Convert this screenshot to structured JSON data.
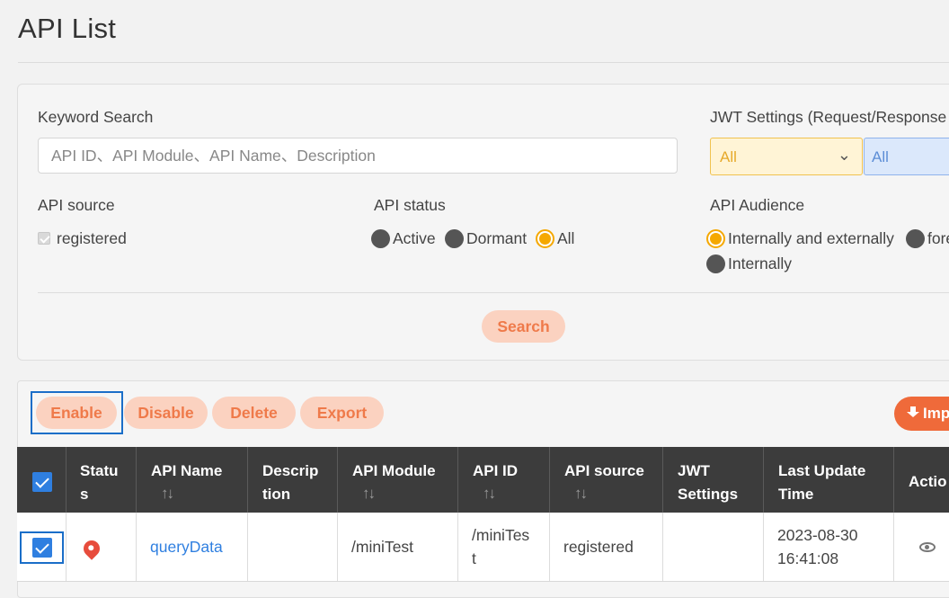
{
  "page": {
    "title": "API List"
  },
  "search": {
    "keyword_label": "Keyword Search",
    "keyword_placeholder": "API ID、API Module、API Name、Description",
    "jwt_label": "JWT Settings (Request/Response",
    "jwt_request_value": "All",
    "jwt_response_value": "All",
    "source_label": "API source",
    "source_option": "registered",
    "status_label": "API status",
    "status_options": [
      "Active",
      "Dormant",
      "All"
    ],
    "status_selected": "All",
    "audience_label": "API Audience",
    "audience_options": [
      "Internally and externally",
      "fore",
      "Internally"
    ],
    "audience_selected": "Internally and externally",
    "search_button": "Search"
  },
  "toolbar": {
    "enable": "Enable",
    "disable": "Disable",
    "delete": "Delete",
    "export": "Export",
    "import": "Imp"
  },
  "table": {
    "columns": [
      "Status",
      "API Name",
      "Description",
      "API Module",
      "API ID",
      "API source",
      "JWT Settings",
      "Last Update Time",
      "Actio"
    ],
    "header_lines": {
      "status": [
        "Statu",
        "s"
      ],
      "description": [
        "Descrip",
        "tion"
      ],
      "jwt": [
        "JWT",
        "Settings"
      ],
      "last_update": [
        "Last Update",
        "Time"
      ]
    },
    "rows": [
      {
        "checked": true,
        "status_icon": "pin-icon",
        "api_name": "queryData",
        "description": "",
        "api_module": "/miniTest",
        "api_id_lines": [
          "/miniTes",
          "t"
        ],
        "api_source": "registered",
        "jwt_settings": "",
        "last_update_lines": [
          "2023-08-30",
          "16:41:08"
        ],
        "action_icon": "eye-icon"
      }
    ]
  },
  "colors": {
    "accent_orange": "#ef6a3a",
    "pill_bg": "#fbd2c0",
    "selected_radio": "#f5a800",
    "checkbox_blue": "#2f7fe0",
    "header_dark": "#3c3c3c"
  }
}
